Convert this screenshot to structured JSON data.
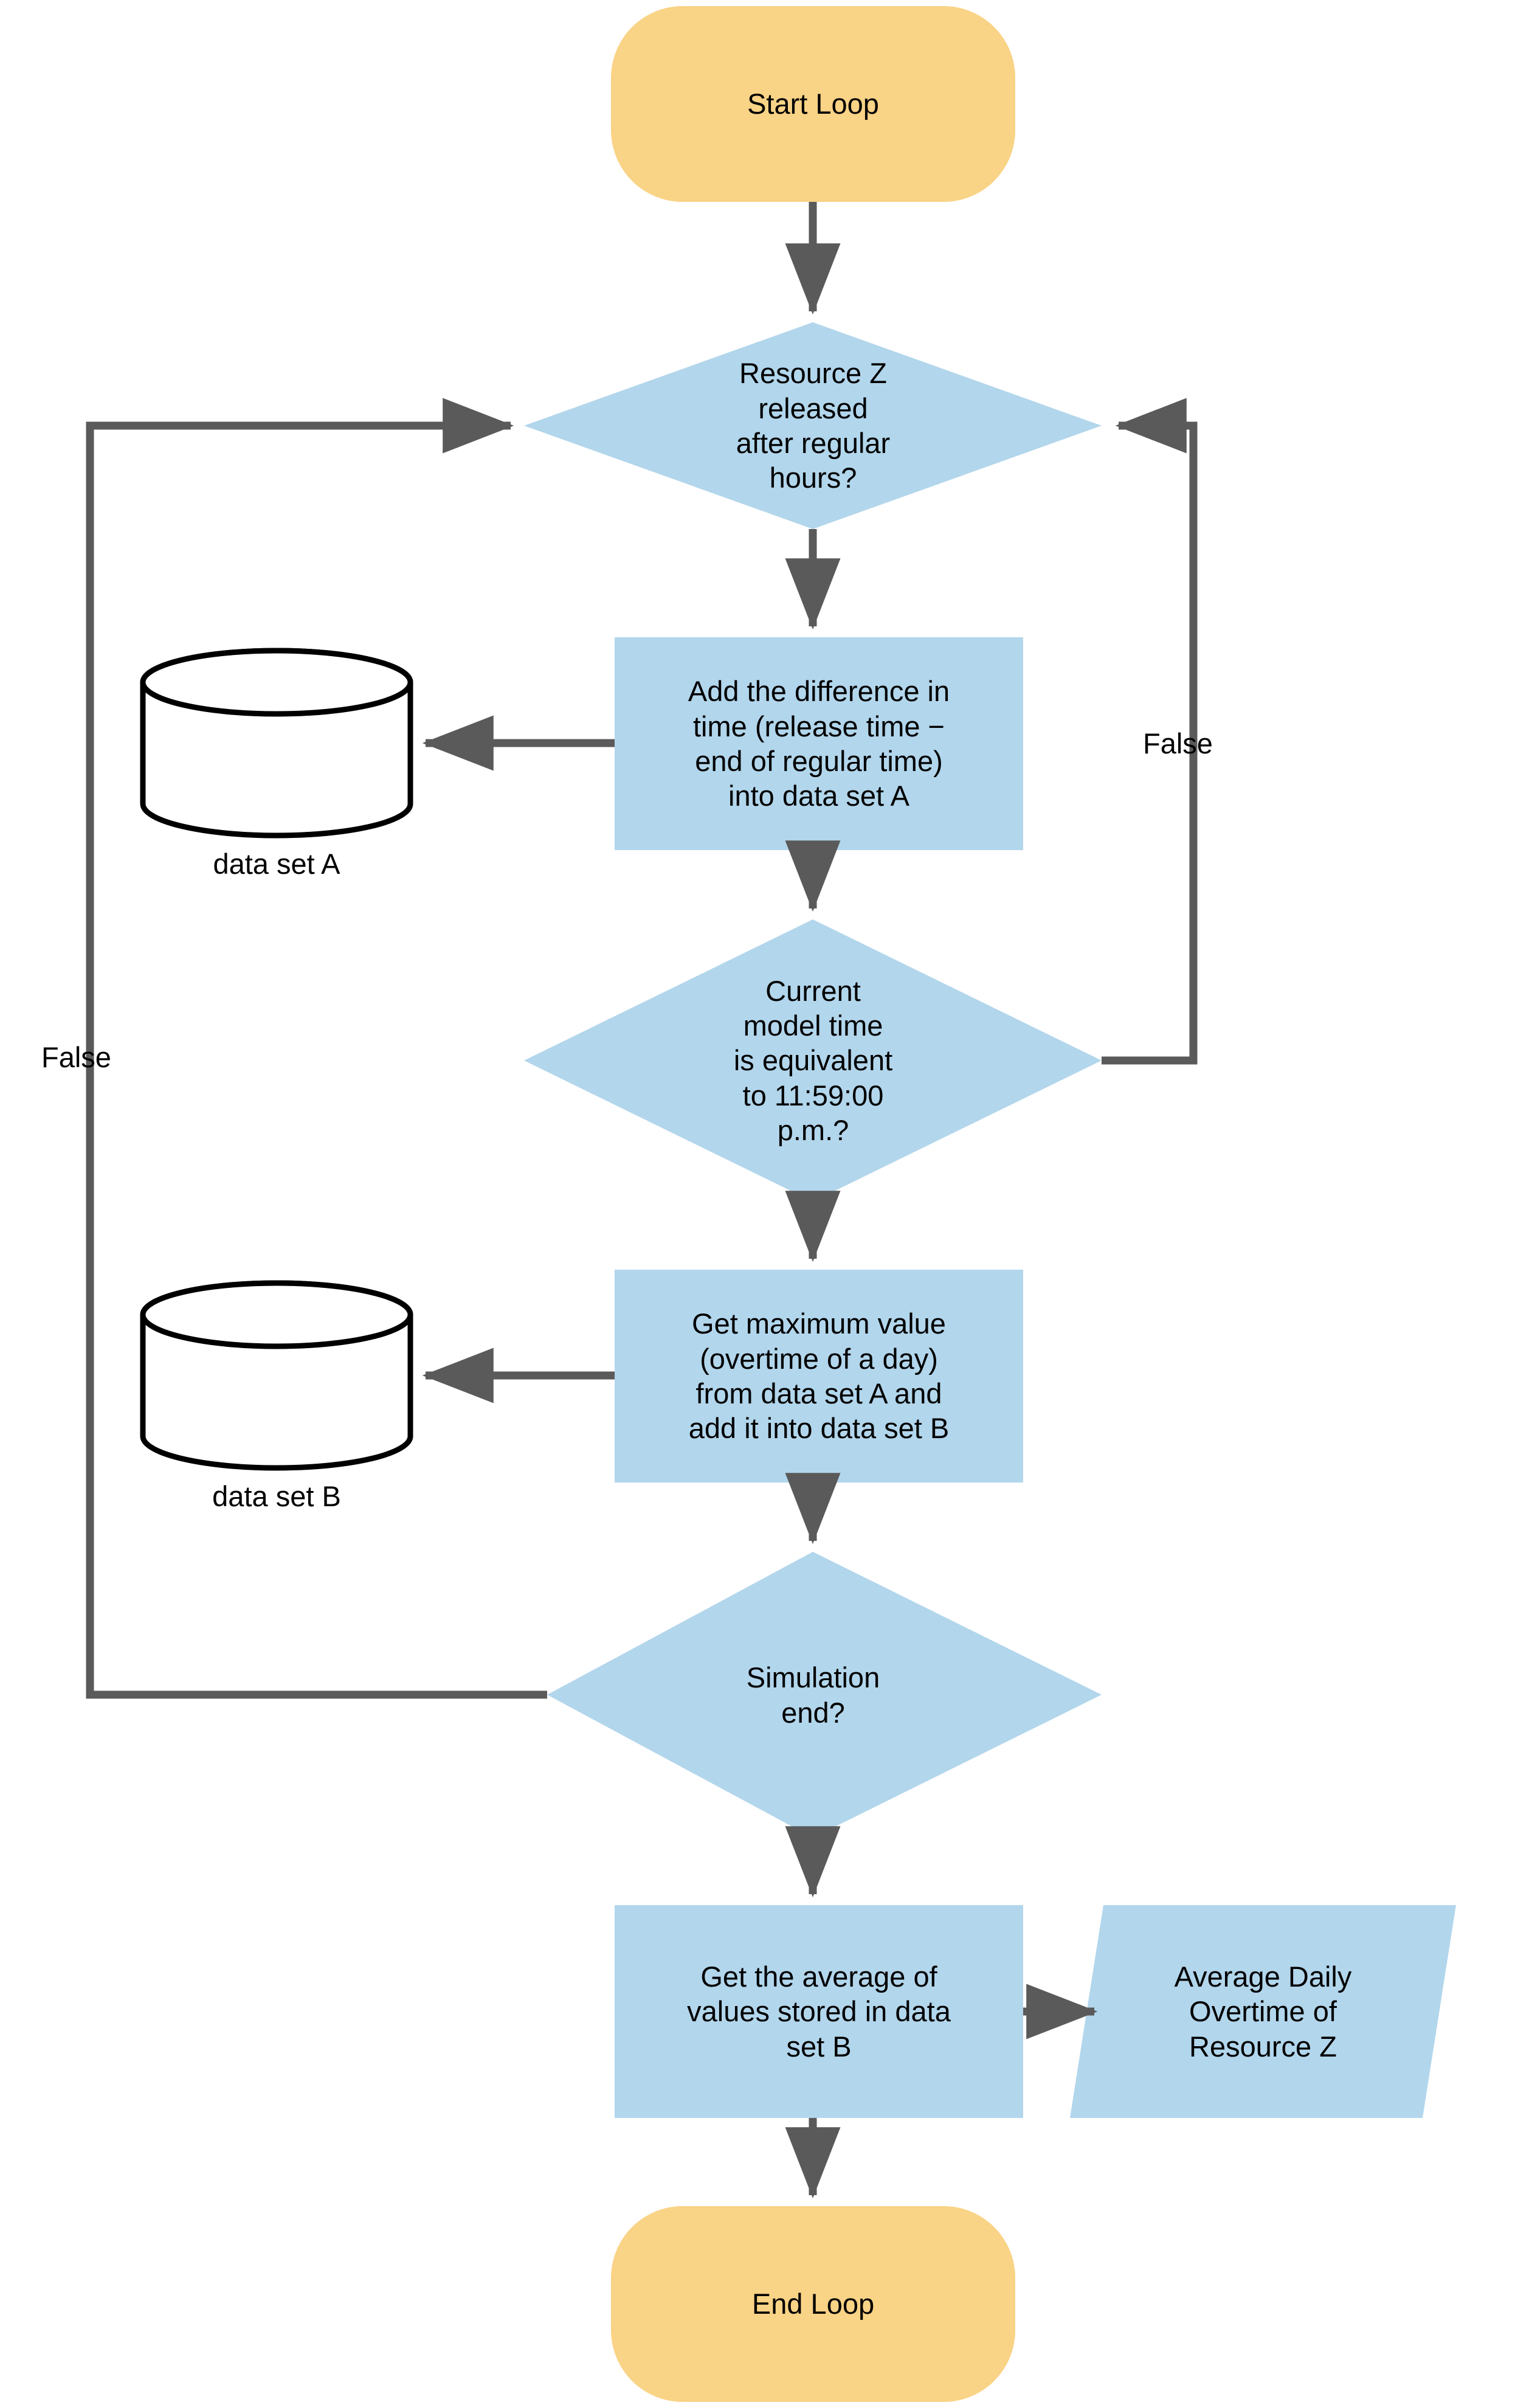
{
  "diagram": {
    "title": "Average Daily Overtime of Resource Z calculation loop",
    "background_color": "#ffffff",
    "terminator_fill": "#f9d386",
    "process_fill": "#b2d6ec",
    "decision_fill": "#b2d6ec",
    "io_fill": "#b2d6ec",
    "connector_color": "#5a5a5a",
    "store_stroke": "#000000",
    "text_color": "#000000"
  },
  "nodes": {
    "start": {
      "label": "Start Loop",
      "shape": "terminator"
    },
    "decision_release": {
      "label": "Resource Z\nreleased\nafter regular\nhours?",
      "shape": "decision"
    },
    "process_add_diff": {
      "label": "Add the difference in\ntime (release time −\nend of regular time)\ninto data set A",
      "shape": "process"
    },
    "store_a": {
      "label": "data set A",
      "shape": "database"
    },
    "decision_midnight": {
      "label": "Current\nmodel time\nis equivalent\nto 11:59:00\np.m.?",
      "shape": "decision"
    },
    "process_get_max": {
      "label": "Get maximum value\n(overtime of a day)\nfrom data set A  and\nadd it into data set B",
      "shape": "process"
    },
    "store_b": {
      "label": "data set B",
      "shape": "database"
    },
    "decision_sim_end": {
      "label": "Simulation\nend?",
      "shape": "decision"
    },
    "process_average": {
      "label": "Get the average of\nvalues stored in data\nset B",
      "shape": "process"
    },
    "output_result": {
      "label": "Average Daily\nOvertime of\nResource Z",
      "shape": "parallelogram"
    },
    "end": {
      "label": "End Loop",
      "shape": "terminator"
    }
  },
  "edge_labels": {
    "false_right": "False",
    "false_left": "False"
  }
}
